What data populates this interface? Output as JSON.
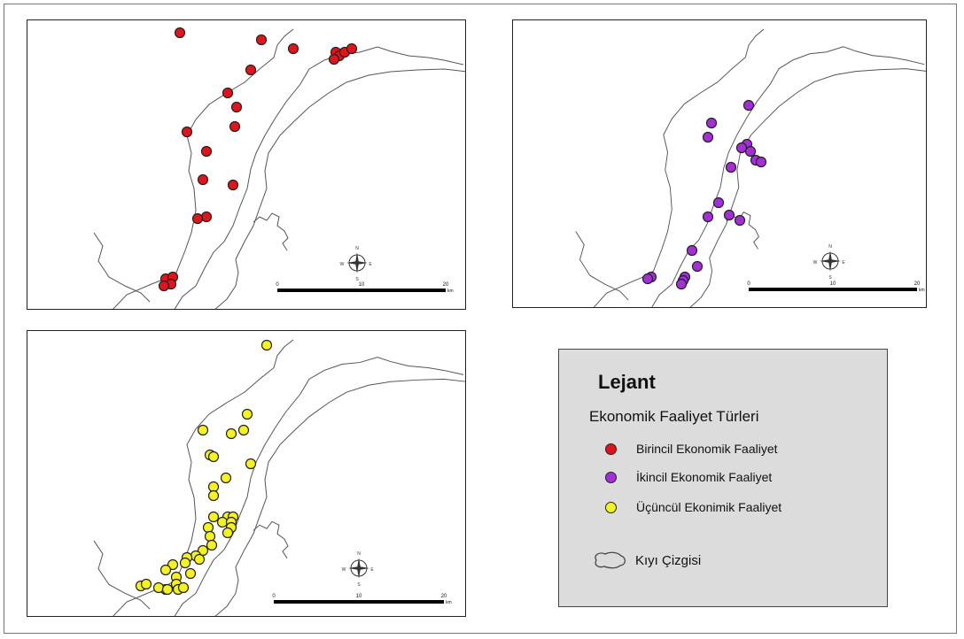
{
  "colors": {
    "primary": "#e0141c",
    "secondary": "#a52fd6",
    "tertiary": "#f4f220",
    "coast": "#555555"
  },
  "scalebar": {
    "labels": [
      "0",
      "10",
      "20"
    ],
    "unit": "km"
  },
  "compass": {
    "n": "N",
    "s": "S",
    "e": "E",
    "w": "W"
  },
  "legend": {
    "title": "Lejant",
    "subtitle": "Ekonomik Faaliyet Türleri",
    "items": [
      {
        "label": "Birincil Ekonomik Faaliyet",
        "color": "#e0141c"
      },
      {
        "label": "İkincil Ekonomik Faaliyet",
        "color": "#a52fd6"
      },
      {
        "label": "Üçüncül Ekonimik Faaliyet",
        "color": "#f4f220"
      }
    ],
    "coastline_label": "Kıyı Çizgisi",
    "coastline_icon": "coastline-outline-icon"
  }
}
